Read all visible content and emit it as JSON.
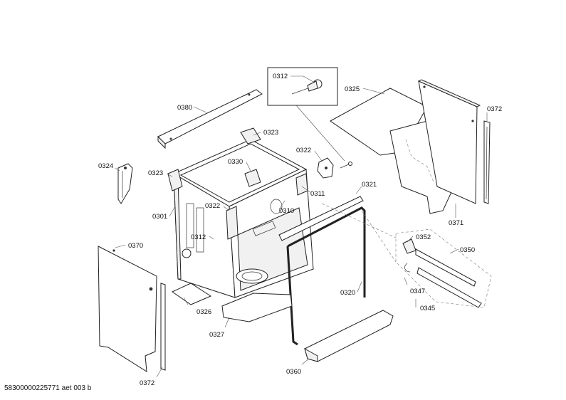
{
  "parts": [
    {
      "id": "p0380",
      "label": "0380"
    },
    {
      "id": "p0323a",
      "label": "0323"
    },
    {
      "id": "p0312a",
      "label": "0312"
    },
    {
      "id": "p0325",
      "label": "0325"
    },
    {
      "id": "p0372a",
      "label": "0372"
    },
    {
      "id": "p0324",
      "label": "0324"
    },
    {
      "id": "p0323b",
      "label": "0323"
    },
    {
      "id": "p0330",
      "label": "0330"
    },
    {
      "id": "p0322a",
      "label": "0322"
    },
    {
      "id": "p0311",
      "label": "0311"
    },
    {
      "id": "p0321",
      "label": "0321"
    },
    {
      "id": "p0301",
      "label": "0301"
    },
    {
      "id": "p0322b",
      "label": "0322"
    },
    {
      "id": "p0310",
      "label": "0310"
    },
    {
      "id": "p0371",
      "label": "0371"
    },
    {
      "id": "p0312b",
      "label": "0312"
    },
    {
      "id": "p0352",
      "label": "0352"
    },
    {
      "id": "p0370",
      "label": "0370"
    },
    {
      "id": "p0350",
      "label": "0350"
    },
    {
      "id": "p0320",
      "label": "0320"
    },
    {
      "id": "p0347",
      "label": "0347"
    },
    {
      "id": "p0326",
      "label": "0326"
    },
    {
      "id": "p0345",
      "label": "0345"
    },
    {
      "id": "p0327",
      "label": "0327"
    },
    {
      "id": "p0360",
      "label": "0360"
    },
    {
      "id": "p0372b",
      "label": "0372"
    }
  ],
  "footer": {
    "text": "58300000225771 aet 003 b"
  }
}
